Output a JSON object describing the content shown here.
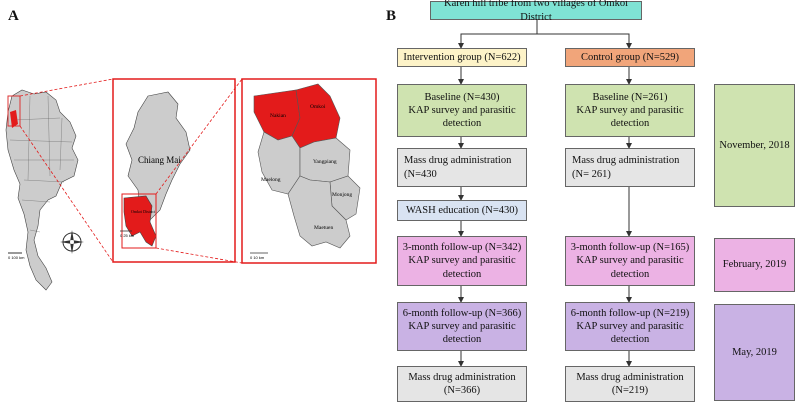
{
  "panels": {
    "a": "A",
    "b": "B"
  },
  "map": {
    "district_label": "Chiang Mai",
    "omkoi_label": "Omkoi District",
    "subdistricts": [
      "Nakian",
      "Omkoi",
      "Maelong",
      "Yangpiang",
      "Monjong",
      "Maetuen"
    ],
    "scale_a": "0    100 km",
    "scale_b": "0   25 km",
    "scale_c": "0    10 km"
  },
  "flow": {
    "top": "Karen hill tribe from two villages of Omkoi District",
    "intervention": {
      "header": "Intervention group (N=622)",
      "baseline": [
        "Baseline (N=430)",
        "KAP survey and parasitic",
        "detection"
      ],
      "mda1": [
        "Mass drug administration",
        "(N=430"
      ],
      "wash": "WASH education (N=430)",
      "fu3": [
        "3-month follow-up (N=342)",
        "KAP survey and parasitic",
        "detection"
      ],
      "fu6": [
        "6-month follow-up (N=366)",
        "KAP survey and parasitic",
        "detection"
      ],
      "mda2": [
        "Mass drug administration",
        "(N=366)"
      ]
    },
    "control": {
      "header": "Control group (N=529)",
      "baseline": [
        "Baseline (N=261)",
        "KAP survey and parasitic",
        "detection"
      ],
      "mda1": [
        "Mass drug administration",
        "(N= 261)"
      ],
      "fu3": [
        "3-month follow-up (N=165)",
        "KAP survey and parasitic",
        "detection"
      ],
      "fu6": [
        "6-month follow-up (N=219)",
        "KAP survey and parasitic",
        "detection"
      ],
      "mda2": [
        "Mass drug administration",
        "(N=219)"
      ]
    },
    "dates": [
      "November, 2018",
      "February, 2019",
      "May, 2019"
    ]
  },
  "colors": {
    "top": "#7fe3d4",
    "intervention_header": "#fdf3c8",
    "control_header": "#f1a57a",
    "baseline": "#cfe3b0",
    "mda": "#e5e5e5",
    "wash": "#d9e3f2",
    "fu3": "#ecb2e4",
    "fu6": "#c9b2e4",
    "map_red": "#e31b1b",
    "map_gray": "#cccccc"
  }
}
